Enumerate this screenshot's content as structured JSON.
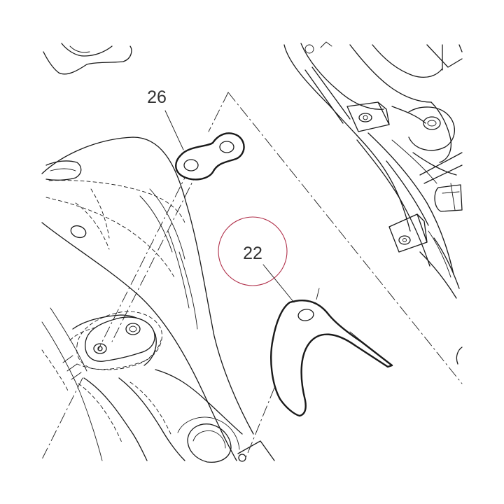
{
  "callouts": [
    {
      "id": "26",
      "label": "26",
      "highlighted": false
    },
    {
      "id": "22",
      "label": "22",
      "highlighted": true
    }
  ],
  "colors": {
    "line": "#1a1a1a",
    "callout_text": "#333333",
    "highlight_ring": "#b0304a",
    "background": "#ffffff"
  }
}
